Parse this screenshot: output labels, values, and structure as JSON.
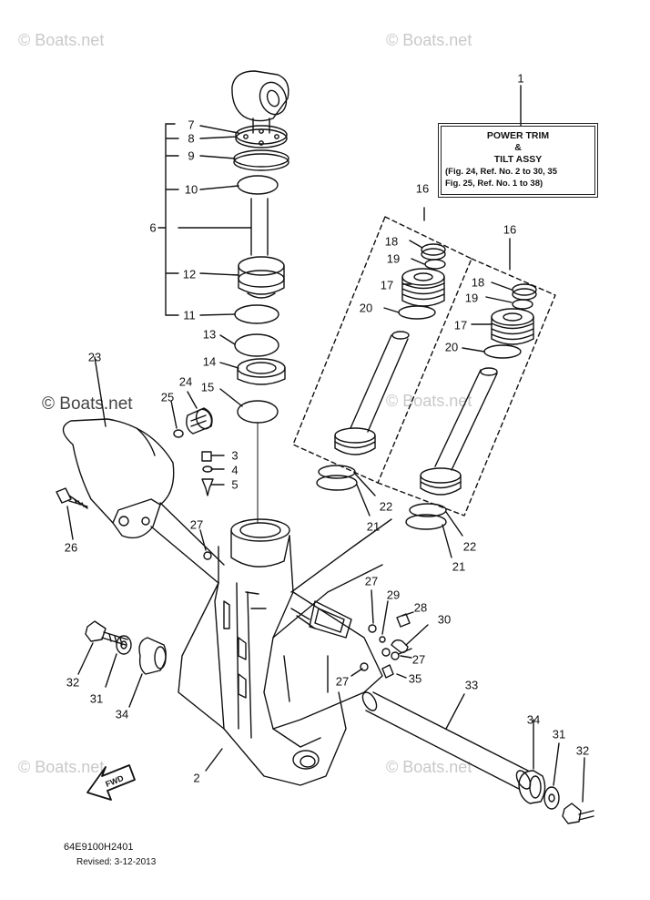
{
  "watermarks": {
    "top_left": "© Boats.net",
    "top_right": "© Boats.net",
    "mid_left": "© Boats.net",
    "mid_right": "© Boats.net",
    "bottom_left": "© Boats.net",
    "bottom_right": "© Boats.net"
  },
  "assy_box": {
    "line1": "POWER TRIM",
    "line2": "&",
    "line3": "TILT ASSY",
    "line4": "(Fig. 24, Ref. No. 2 to 30, 35",
    "line5": "Fig. 25, Ref. No. 1 to 38)"
  },
  "callouts": {
    "c1": "1",
    "c2": "2",
    "c3": "3",
    "c4": "4",
    "c5": "5",
    "c6": "6",
    "c7": "7",
    "c8": "8",
    "c9": "9",
    "c10": "10",
    "c11": "11",
    "c12": "12",
    "c13": "13",
    "c14": "14",
    "c15": "15",
    "c16a": "16",
    "c16b": "16",
    "c17a": "17",
    "c17b": "17",
    "c18a": "18",
    "c18b": "18",
    "c19a": "19",
    "c19b": "19",
    "c20a": "20",
    "c20b": "20",
    "c21a": "21",
    "c21b": "21",
    "c22a": "22",
    "c22b": "22",
    "c23": "23",
    "c24": "24",
    "c25": "25",
    "c26": "26",
    "c27a": "27",
    "c27b": "27",
    "c27c": "27",
    "c27d": "27",
    "c28": "28",
    "c29": "29",
    "c30": "30",
    "c31a": "31",
    "c31b": "31",
    "c32a": "32",
    "c32b": "32",
    "c33": "33",
    "c34a": "34",
    "c34b": "34",
    "c35": "35"
  },
  "fwd_label": "FWD",
  "diagram_code": "64E9100H2401",
  "revised": "Revised: 3-12-2013"
}
